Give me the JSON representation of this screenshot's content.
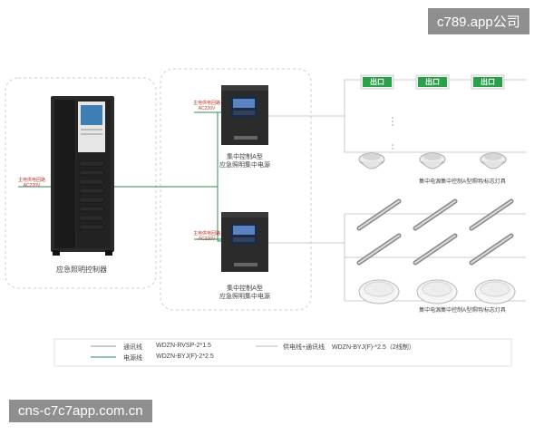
{
  "watermark_top": "c789.app公司",
  "watermark_bottom": "cns-c7c7app.com.cn",
  "controller": {
    "label": "应急照明控制器",
    "input_label": "主电供电回路",
    "input_voltage": "AC220V"
  },
  "power_units": [
    {
      "input_label": "主电供电回路",
      "input_voltage": "AC220V",
      "title_line1": "集中控制A型",
      "title_line2": "应急照明集中电源"
    },
    {
      "input_label": "主电供电回路",
      "input_voltage": "AC220V",
      "title_line1": "集中控制A型",
      "title_line2": "应急照明集中电源"
    }
  ],
  "exit_sign_text": "出口",
  "group_labels": {
    "top": "集中电源集中控制A型照明/标志灯具",
    "bottom": "集中电源集中控制A型照明/标志灯具"
  },
  "legend": [
    {
      "name": "通讯线",
      "spec": "WDZN-RVSP-2*1.5",
      "color": "#9a9a9a"
    },
    {
      "name": "电源线",
      "spec": "WDZN-BYJ(F)-2*2.5",
      "color": "#2e8b57"
    },
    {
      "name": "供电线+通讯线",
      "spec": "WDZN-BYJ(F)-*2.5（2线制）",
      "color": "#bdbdbd"
    }
  ],
  "colors": {
    "power_line": "#2e8b57",
    "comm_line": "#9a9a9a",
    "cabinet": "#1e1e1e",
    "exit_green": "#2aa04a"
  }
}
